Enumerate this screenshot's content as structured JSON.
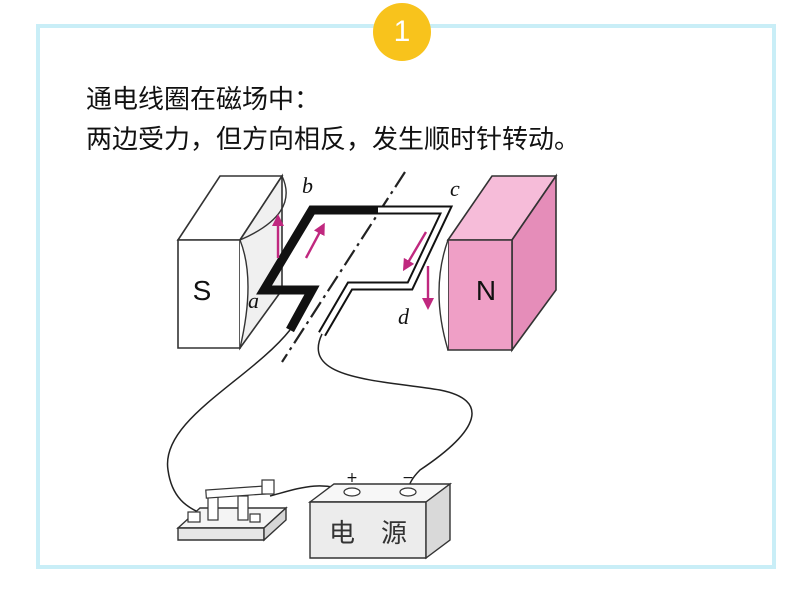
{
  "step_number": "1",
  "caption": {
    "line1": "通电线圈在磁场中：",
    "line2": "两边受力，但方向相反，发生顺时针转动。"
  },
  "magnets": {
    "south_label": "S",
    "north_label": "N",
    "north_color": "#ef9fc6"
  },
  "coil_labels": {
    "a": "a",
    "b": "b",
    "c": "c",
    "d": "d"
  },
  "power_supply": {
    "label_char1": "电",
    "label_char2": "源",
    "plus": "+",
    "minus": "−"
  },
  "colors": {
    "frame": "#c9eef7",
    "badge": "#f8c31c",
    "arrow": "#c0287f"
  }
}
